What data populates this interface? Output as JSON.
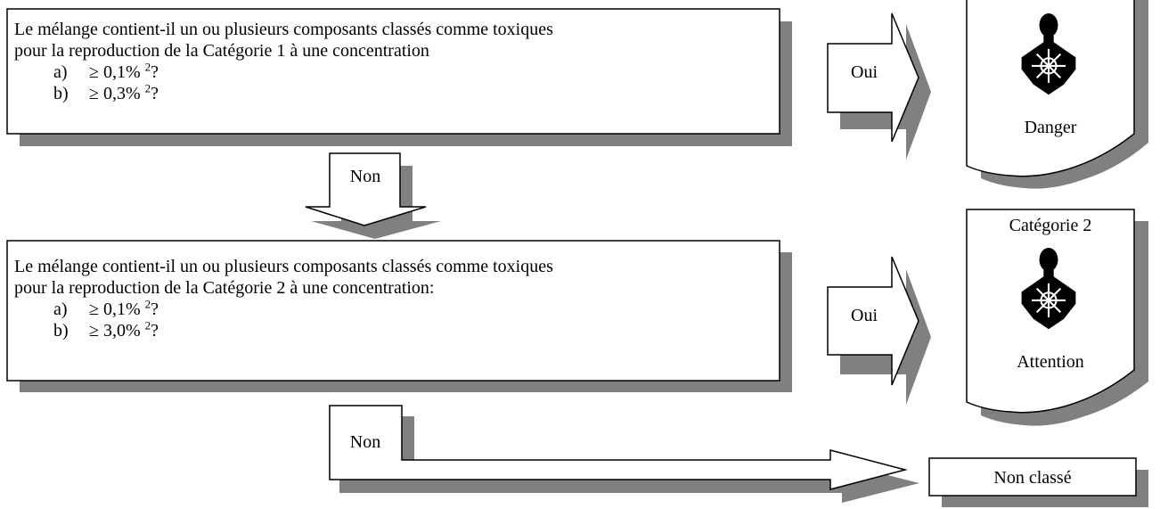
{
  "question1": {
    "line1": "Le mélange contient-il un ou plusieurs composants classés comme toxiques",
    "line2": "pour la reproduction de la Catégorie 1 à une concentration",
    "options": [
      {
        "letter": "a)",
        "text": "≥ 0,1% ",
        "sup": "2",
        "end": "?"
      },
      {
        "letter": "b)",
        "text": "≥ 0,3% ",
        "sup": "2",
        "end": "?"
      }
    ]
  },
  "question2": {
    "line1": "Le mélange contient-il un ou plusieurs composants classés comme toxiques",
    "line2": "pour la reproduction de la Catégorie 2 à une concentration:",
    "options": [
      {
        "letter": "a)",
        "text": "≥ 0,1% ",
        "sup": "2",
        "end": "?"
      },
      {
        "letter": "b)",
        "text": "≥ 3,0% ",
        "sup": "2",
        "end": "?"
      }
    ]
  },
  "arrows": {
    "yes1": "Oui",
    "no1": "Non",
    "yes2": "Oui",
    "no2": "Non"
  },
  "outcome1": {
    "signal_word": "Danger",
    "pictogram": "health-hazard-icon"
  },
  "outcome2": {
    "category": "Catégorie 2",
    "signal_word": "Attention",
    "pictogram": "health-hazard-icon"
  },
  "outcome3": {
    "label": "Non classé"
  },
  "colors": {
    "shadow": "#808080",
    "outline": "#000000",
    "fill": "#ffffff"
  }
}
